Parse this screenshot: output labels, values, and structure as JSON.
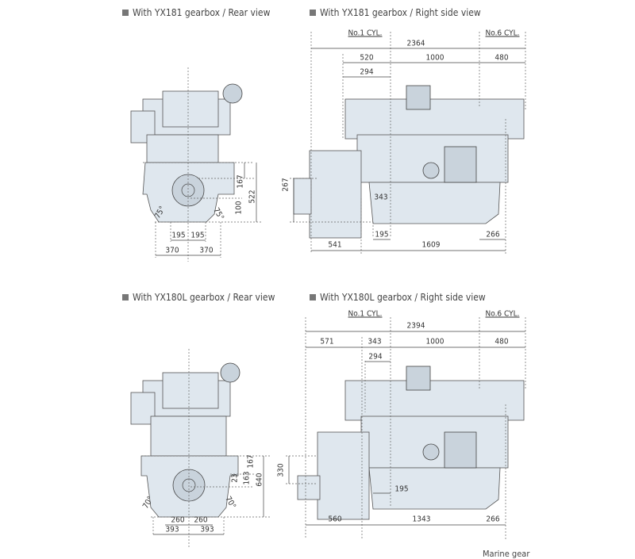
{
  "captions": {
    "top_rear": "With YX181 gearbox / Rear view",
    "top_side": "With YX181 gearbox / Right side view",
    "bottom_rear": "With YX180L gearbox / Rear view",
    "bottom_side": "With YX180L gearbox / Right side view",
    "footer": "Marine gear"
  },
  "top_side": {
    "cyl1": "No.1 CYL.",
    "cyl6": "No.6 CYL.",
    "overall": "2364",
    "d520": "520",
    "d1000": "1000",
    "d480": "480",
    "d294": "294",
    "d267": "267",
    "d343": "343",
    "d195": "195",
    "d266": "266",
    "d541": "541",
    "d1609": "1609"
  },
  "top_rear": {
    "d167": "167",
    "d522": "522",
    "d100": "100",
    "ang_l": "75°",
    "ang_r": "75°",
    "d195a": "195",
    "d195b": "195",
    "d370a": "370",
    "d370b": "370"
  },
  "bottom_side": {
    "cyl1": "No.1 CYL.",
    "cyl6": "No.6 CYL.",
    "overall": "2394",
    "d571": "571",
    "d343": "343",
    "d1000": "1000",
    "d480": "480",
    "d294": "294",
    "d330": "330",
    "d195": "195",
    "d560": "560",
    "d1343": "1343",
    "d266": "266"
  },
  "bottom_rear": {
    "d23": "23",
    "d163": "163",
    "d167": "167",
    "d640": "640",
    "ang_l": "70°",
    "ang_r": "70°",
    "d260a": "260",
    "d260b": "260",
    "d393a": "393",
    "d393b": "393"
  }
}
